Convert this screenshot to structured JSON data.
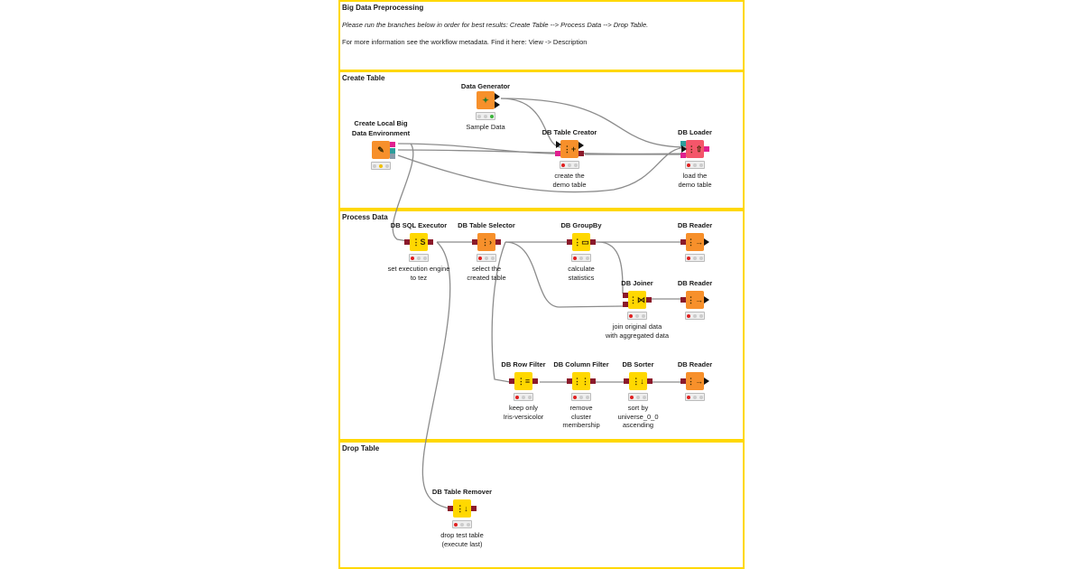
{
  "annotations": {
    "big_data": {
      "title": "Big Data Preprocessing",
      "line1": "Please run the branches below in order for best results: Create Table --> Process Data --> Drop Table.",
      "line2": "For more information see the workflow metadata. Find it here: View -> Description"
    },
    "create_table": {
      "title": "Create Table"
    },
    "process_data": {
      "title": "Process Data"
    },
    "drop_table": {
      "title": "Drop Table"
    }
  },
  "nodes": {
    "data_generator": {
      "title": "Data Generator",
      "label": "Sample Data",
      "status": "green"
    },
    "create_env": {
      "title_line1": "Create Local Big",
      "title_line2": "Data Environment",
      "status": "yellow"
    },
    "table_creator": {
      "title": "DB Table Creator",
      "label_line1": "create the",
      "label_line2": "demo table",
      "status": "red"
    },
    "db_loader": {
      "title": "DB Loader",
      "label_line1": "load the",
      "label_line2": "demo table",
      "status": "red"
    },
    "sql_executor": {
      "title": "DB SQL Executor",
      "label_line1": "set execution engine",
      "label_line2": "to tez",
      "status": "red"
    },
    "table_selector": {
      "title": "DB Table Selector",
      "label_line1": "select the",
      "label_line2": "created table",
      "status": "red"
    },
    "groupby": {
      "title": "DB GroupBy",
      "label_line1": "calculate",
      "label_line2": "statistics",
      "status": "red"
    },
    "reader1": {
      "title": "DB Reader",
      "status": "red"
    },
    "joiner": {
      "title": "DB Joiner",
      "label_line1": "join original data",
      "label_line2": "with aggregated data",
      "status": "red"
    },
    "reader2": {
      "title": "DB Reader",
      "status": "red"
    },
    "row_filter": {
      "title": "DB Row Filter",
      "label_line1": "keep only",
      "label_line2": "Iris-versicolor",
      "status": "red"
    },
    "column_filter": {
      "title": "DB Column Filter",
      "label_line1": "remove",
      "label_line2": "cluster",
      "label_line3": "membership",
      "status": "red"
    },
    "sorter": {
      "title": "DB Sorter",
      "label_line1": "sort by",
      "label_line2": "universe_0_0",
      "label_line3": "ascending",
      "status": "red"
    },
    "reader3": {
      "title": "DB Reader",
      "status": "red"
    },
    "table_remover": {
      "title": "DB Table Remover",
      "label_line1": "drop test table",
      "label_line2": "(execute last)",
      "status": "red"
    }
  },
  "colors": {
    "annotation_border": "#ffd800",
    "node_orange": "#f7902b",
    "node_yellow": "#ffd800",
    "node_red": "#f4566a",
    "db_port": "#8b1a2b",
    "wire": "#8c8c8c"
  }
}
